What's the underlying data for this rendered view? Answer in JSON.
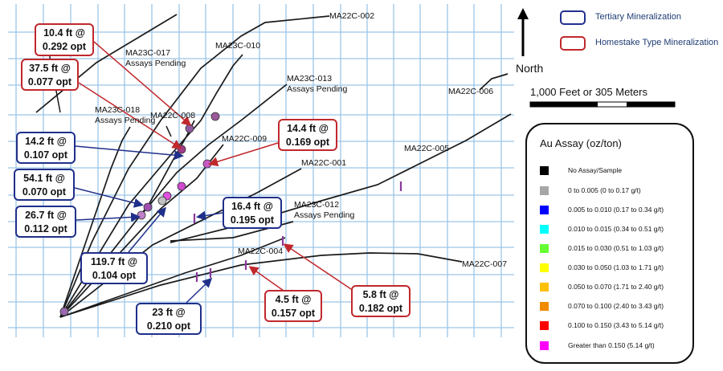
{
  "colors": {
    "grid": "#9cc5e8",
    "hole": "#1a1a1a",
    "red_callout": "#c0282d",
    "blue_callout": "#1f2f8a"
  },
  "holes": [
    {
      "id": "ma22c-002",
      "label": "MA22C-002"
    },
    {
      "id": "ma23c-010",
      "label": "MA23C-010"
    },
    {
      "id": "ma23c-017",
      "label": "MA23C-017",
      "note": "Assays Pending"
    },
    {
      "id": "ma23c-013",
      "label": "MA23C-013",
      "note": "Assays Pending"
    },
    {
      "id": "ma23c-018",
      "label": "MA23C-018",
      "note": "Assays Pending"
    },
    {
      "id": "ma22c-008",
      "label": "MA22C-008"
    },
    {
      "id": "ma22c-009",
      "label": "MA22C-009"
    },
    {
      "id": "ma22c-001",
      "label": "MA22C-001"
    },
    {
      "id": "ma22c-005",
      "label": "MA22C-005"
    },
    {
      "id": "ma22c-006",
      "label": "MA22C-006"
    },
    {
      "id": "ma23c-012",
      "label": "MA23C-012",
      "note": "Assays Pending"
    },
    {
      "id": "ma22c-004",
      "label": "MA22C-004"
    },
    {
      "id": "ma22c-007",
      "label": "MA22C-007"
    }
  ],
  "callouts": [
    {
      "type": "red",
      "line1": "10.4 ft @",
      "line2": "0.292 opt"
    },
    {
      "type": "red",
      "line1": "37.5 ft @",
      "line2": "0.077 opt"
    },
    {
      "type": "red",
      "line1": "14.4 ft @",
      "line2": "0.169 opt"
    },
    {
      "type": "red",
      "line1": "4.5 ft @",
      "line2": "0.157 opt"
    },
    {
      "type": "red",
      "line1": "5.8 ft @",
      "line2": "0.182 opt"
    },
    {
      "type": "blue",
      "line1": "14.2 ft @",
      "line2": "0.107 opt"
    },
    {
      "type": "blue",
      "line1": "54.1 ft @",
      "line2": "0.070 opt"
    },
    {
      "type": "blue",
      "line1": "26.7 ft @",
      "line2": "0.112 opt"
    },
    {
      "type": "blue",
      "line1": "16.4 ft @",
      "line2": "0.195 opt"
    },
    {
      "type": "blue",
      "line1": "119.7 ft @",
      "line2": "0.104 opt"
    },
    {
      "type": "blue",
      "line1": "23 ft @",
      "line2": "0.210 opt"
    }
  ],
  "legend": {
    "tertiary": "Tertiary Mineralization",
    "homestake": "Homestake Type Mineralization",
    "north": "North",
    "scale": "1,000 Feet or 305 Meters"
  },
  "assay": {
    "title": "Au Assay (oz/ton)",
    "rows": [
      {
        "label": "No Assay/Sample",
        "color": "#000000"
      },
      {
        "label": "0 to 0.005  (0 to 0.17 g/t)",
        "color": "#a6a6a6"
      },
      {
        "label": "0.005 to 0.010  (0.17 to 0.34 g/t)",
        "color": "#0000ff"
      },
      {
        "label": "0.010 to 0.015  (0.34 to 0.51 g/t)",
        "color": "#00ffff"
      },
      {
        "label": "0.015 to 0.030  (0.51 to 1.03 g/t)",
        "color": "#66ff33"
      },
      {
        "label": "0.030 to 0.050  (1.03 to 1.71 g/t)",
        "color": "#ffff00"
      },
      {
        "label": "0.050 to 0.070  (1.71 to 2.40 g/t)",
        "color": "#ffc000"
      },
      {
        "label": "0.070 to 0.100  (2.40 to 3.43 g/t)",
        "color": "#f08a00"
      },
      {
        "label": "0.100 to 0.150  (3.43 to 5.14 g/t)",
        "color": "#ff0000"
      },
      {
        "label": "Greater than 0.150  (5.14 g/t)",
        "color": "#ff00ff"
      }
    ]
  }
}
